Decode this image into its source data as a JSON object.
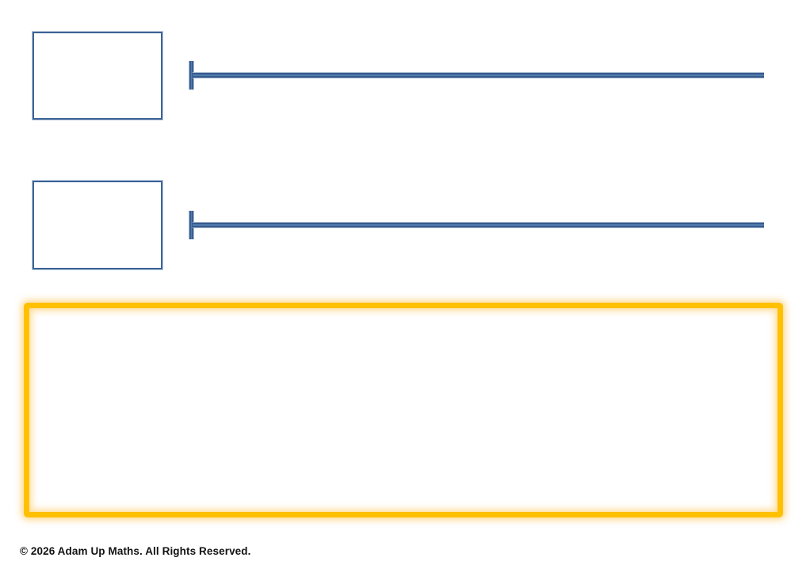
{
  "page": {
    "kind": "maths-worksheet-slide",
    "background_color": "#FFFFFF"
  },
  "footer": {
    "copyright": "© 2026 Adam Up Maths. All Rights Reserved.",
    "text_color": "#121212"
  },
  "colors": {
    "box_outline_blue": "#3C6396",
    "box_outline_halo": "#C0CEDE",
    "number_line_dark_blue": "#375A8D",
    "number_line_mid_blue": "#527CAE",
    "number_line_light_edge": "#AABDD3",
    "highlight_border_orange": "#FFC000",
    "highlight_glow_orange": "#FFB219"
  },
  "shapes": {
    "answer_boxes": [
      {
        "name": "answer-box-1",
        "content": ""
      },
      {
        "name": "answer-box-2",
        "content": ""
      }
    ],
    "number_lines": [
      {
        "name": "number-line-1",
        "labels": ""
      },
      {
        "name": "number-line-2",
        "labels": ""
      }
    ],
    "highlight_box": {
      "name": "highlight-answer-area",
      "content": ""
    }
  }
}
